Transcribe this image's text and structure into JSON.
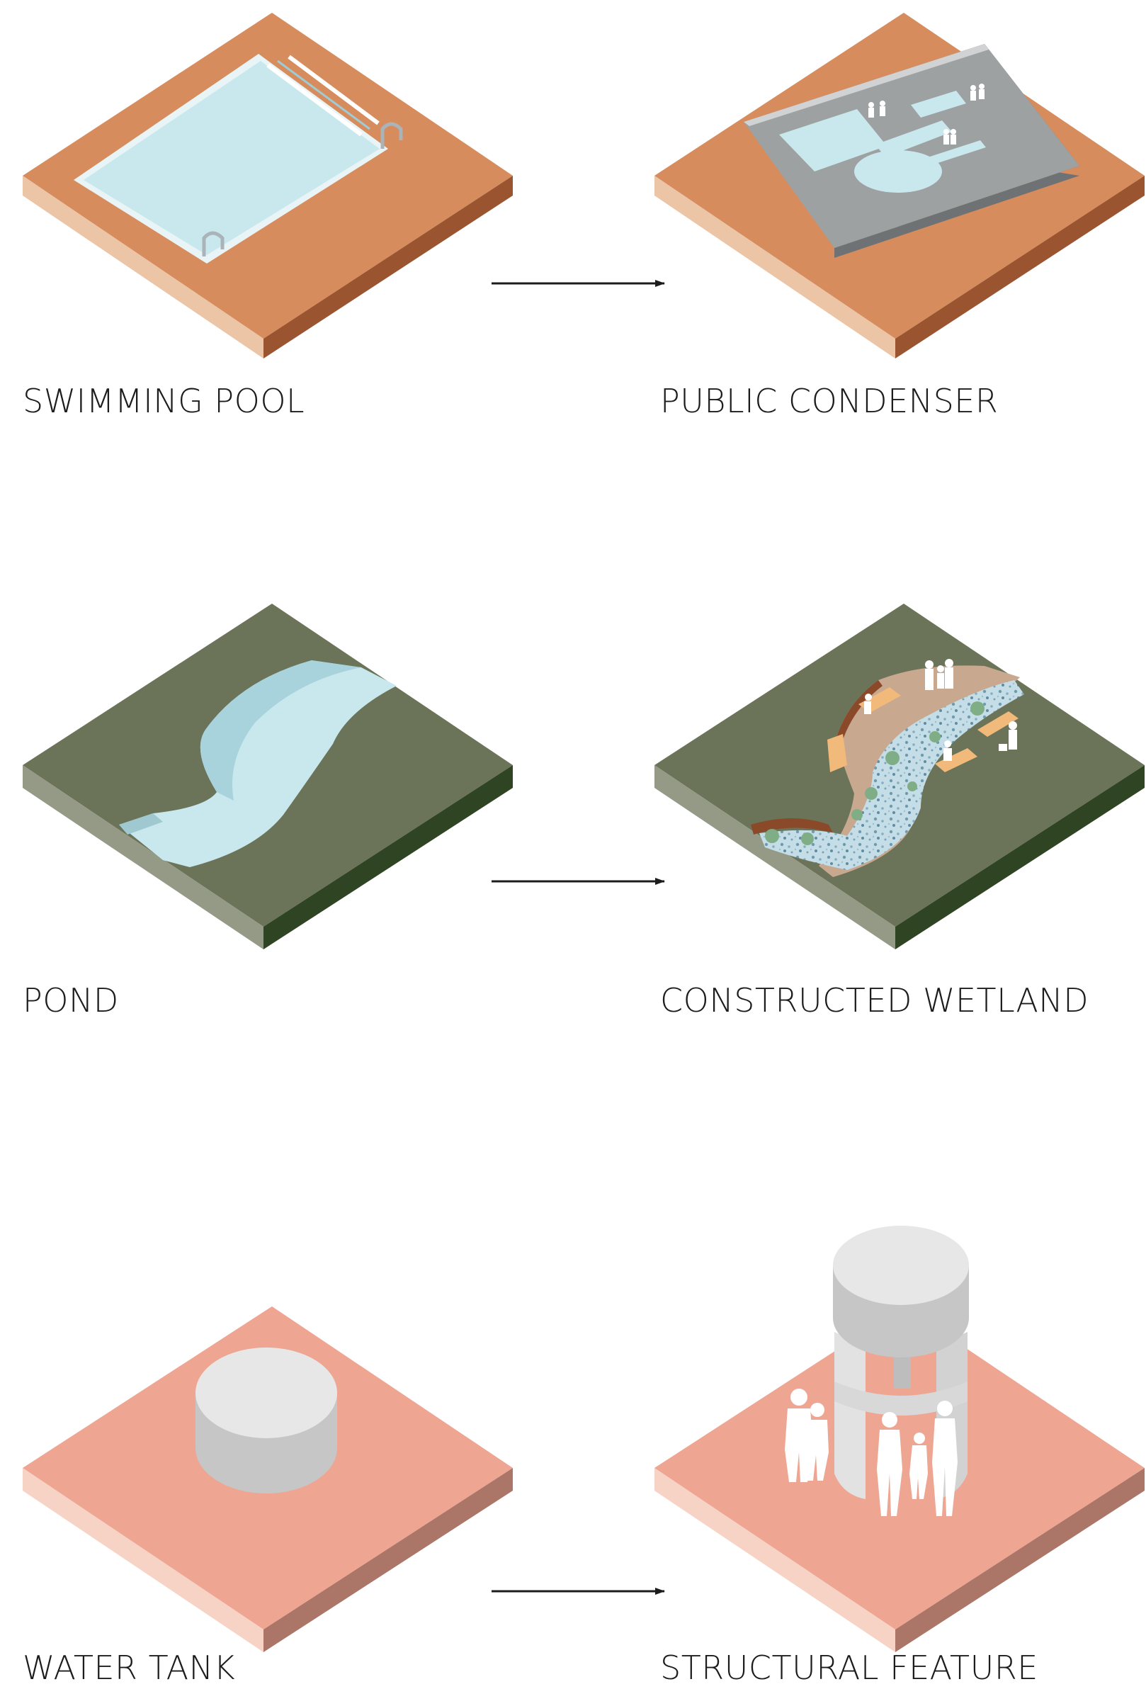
{
  "rows": [
    {
      "before": "SWIMMING POOL",
      "after": "PUBLIC CONDENSER"
    },
    {
      "before": "POND",
      "after": "CONSTRUCTED WETLAND"
    },
    {
      "before": "WATER TANK",
      "after": "STRUCTURAL FEATURE"
    }
  ],
  "colors": {
    "terracotta_top": "#d68c5c",
    "terracotta_left": "#ecc4a6",
    "terracotta_right": "#9a5530",
    "grass_top": "#6b7459",
    "grass_left": "#959a86",
    "grass_right": "#2f4423",
    "salmon_top": "#eea592",
    "salmon_left": "#f7d3c6",
    "salmon_right": "#ab7668",
    "water": "#c9e8ee",
    "concrete": "#9ea1a2",
    "tank_top": "#e7e7e7",
    "tank_side": "#c6c6c6",
    "bench": "#f2ba7a",
    "path": "#c9a890"
  }
}
